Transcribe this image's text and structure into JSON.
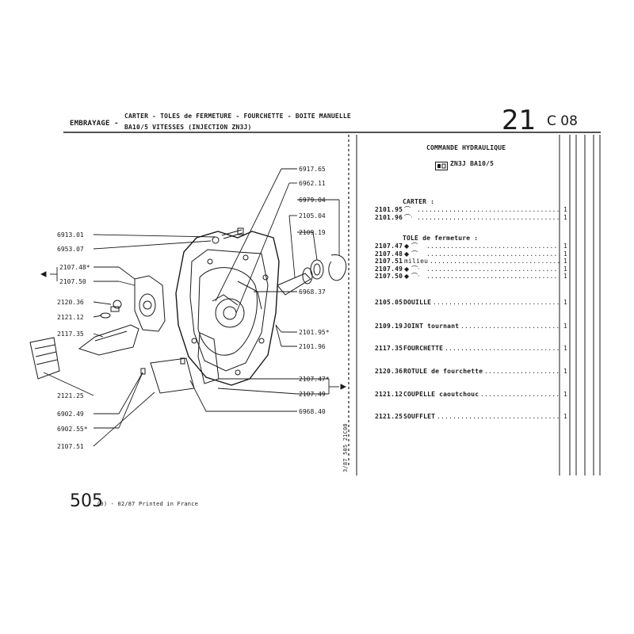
{
  "header": {
    "group": "EMBRAYAGE -",
    "title_line1": "CARTER - TOLES de FERMETURE - FOURCHETTE - BOITE MANUELLE",
    "title_line2": "BA10/5 VITESSES (INJECTION ZN3J)",
    "page_major": "21",
    "page_minor": "C 08"
  },
  "side_code": "3/87 505 21C08",
  "footer": {
    "model": "505",
    "edition": "(0) - 02/87 Printed in France"
  },
  "diagram": {
    "callouts_left": [
      "6913.01",
      "6953.07",
      "2107.48*",
      "2107.50",
      "2120.36",
      "2121.12",
      "2117.35",
      "2121.25",
      "6902.49",
      "6902.55*",
      "2107.51"
    ],
    "callouts_right": [
      "6917.65",
      "6962.11",
      "6979.04",
      "2105.04",
      "2109.19",
      "6968.37",
      "2101.95*",
      "2101.96",
      "2107.47*",
      "2107.49",
      "6968.40"
    ]
  },
  "parts_list": {
    "section_title": "COMMANDE HYDRAULIQUE",
    "engine_icon": "engine-box-icon",
    "engine_code": "ZN3J BA10/5",
    "groups": [
      {
        "heading": "CARTER :",
        "rows": [
          {
            "ref": "2101.95",
            "desc": "",
            "qty": "1",
            "sym": "arc"
          },
          {
            "ref": "2101.96",
            "desc": "",
            "qty": "1",
            "sym": "arc-dot"
          }
        ]
      },
      {
        "heading": "TOLE de fermeture :",
        "rows": [
          {
            "ref": "2107.47",
            "desc": "",
            "qty": "1",
            "sym": "diamond-arc"
          },
          {
            "ref": "2107.48",
            "desc": "",
            "qty": "1",
            "sym": "diamond-arc"
          },
          {
            "ref": "2107.51",
            "desc": "milieu",
            "qty": "1",
            "sym": ""
          },
          {
            "ref": "2107.49",
            "desc": "",
            "qty": "1",
            "sym": "diamond-arc-dot"
          },
          {
            "ref": "2107.50",
            "desc": "",
            "qty": "1",
            "sym": "diamond-arc-dot"
          }
        ]
      }
    ],
    "items": [
      {
        "ref": "2105.05",
        "desc": "DOUILLE",
        "qty": "1"
      },
      {
        "ref": "2109.19",
        "desc": "JOINT tournant",
        "qty": "1"
      },
      {
        "ref": "2117.35",
        "desc": "FOURCHETTE",
        "qty": "1"
      },
      {
        "ref": "2120.36",
        "desc": "ROTULE de fourchette",
        "qty": "1"
      },
      {
        "ref": "2121.12",
        "desc": "COUPELLE caoutchouc",
        "qty": "1"
      },
      {
        "ref": "2121.25",
        "desc": "SOUFFLET",
        "qty": "1"
      }
    ]
  }
}
